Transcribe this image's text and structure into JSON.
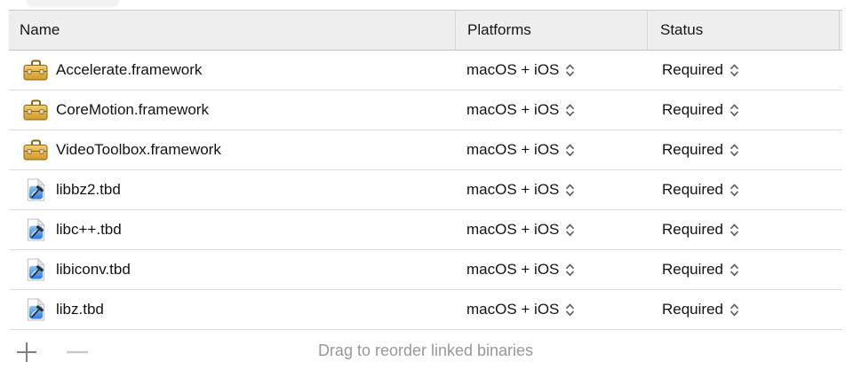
{
  "header": {
    "columns": [
      "Name",
      "Platforms",
      "Status"
    ]
  },
  "rows": [
    {
      "name": "Accelerate.framework",
      "icon": "framework-toolbox-icon",
      "platforms": "macOS + iOS",
      "status": "Required"
    },
    {
      "name": "CoreMotion.framework",
      "icon": "framework-toolbox-icon",
      "platforms": "macOS + iOS",
      "status": "Required"
    },
    {
      "name": "VideoToolbox.framework",
      "icon": "framework-toolbox-icon",
      "platforms": "macOS + iOS",
      "status": "Required"
    },
    {
      "name": "libbz2.tbd",
      "icon": "tbd-document-icon",
      "platforms": "macOS + iOS",
      "status": "Required"
    },
    {
      "name": "libc++.tbd",
      "icon": "tbd-document-icon",
      "platforms": "macOS + iOS",
      "status": "Required"
    },
    {
      "name": "libiconv.tbd",
      "icon": "tbd-document-icon",
      "platforms": "macOS + iOS",
      "status": "Required"
    },
    {
      "name": "libz.tbd",
      "icon": "tbd-document-icon",
      "platforms": "macOS + iOS",
      "status": "Required"
    }
  ],
  "footer": {
    "add": "Add linked binary",
    "remove": "Remove linked binary",
    "hint": "Drag to reorder linked binaries"
  },
  "colors": {
    "header_bg": "#eeeeee",
    "header_border": "#c6c6c6",
    "row_separator": "#dcdcdc",
    "text": "#131313",
    "hint_text": "#989898",
    "chevron": "#5f5f5f",
    "framework_gold": "#e2b13c",
    "tbd_blue": "#3b86e0",
    "add_button": "#7e7e7e",
    "remove_button_disabled": "#c7c7c7"
  }
}
